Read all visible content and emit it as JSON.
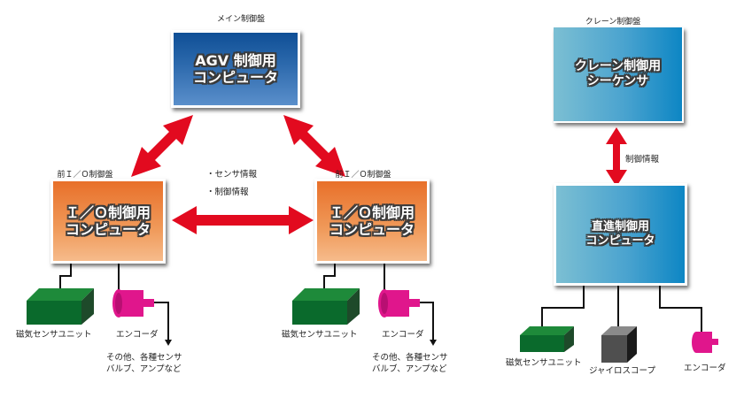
{
  "diagram": {
    "colors": {
      "arrow_red": "#e20a1f",
      "main_box_blue": "#1f5ea3",
      "io_box_orange": "#ee8a45",
      "crane_box_blue": "#3a9dcc",
      "sensor_green": "#0a6a2c",
      "encoder_magenta": "#e0168c",
      "gyro_gray": "#4f4f4f"
    },
    "main_panel": {
      "caption": "メイン制御盤",
      "line1": "AGV 制御用",
      "line2": "コンピュータ"
    },
    "left_io_panel": {
      "caption": "前Ｉ／Ｏ制御盤",
      "line1": "Ｉ／Ｏ制御用",
      "line2": "コンピュータ",
      "sensor_label": "磁気センサユニット",
      "encoder_label": "エンコーダ",
      "others_line1": "その他、各種センサ",
      "others_line2": "バルブ、アンプなど"
    },
    "right_io_panel": {
      "caption": "前Ｉ／Ｏ制御盤",
      "line1": "Ｉ／Ｏ制御用",
      "line2": "コンピュータ",
      "sensor_label": "磁気センサユニット",
      "encoder_label": "エンコーダ",
      "others_line1": "その他、各種センサ",
      "others_line2": "バルブ、アンプなど"
    },
    "link_info": {
      "item1": "・センサ情報",
      "item2": "・制御情報"
    },
    "crane_panel": {
      "caption": "クレーン制御盤",
      "line1": "クレーン制御用",
      "line2": "シーケンサ"
    },
    "crane_link_label": "制御情報",
    "straight_panel": {
      "line1": "直進制御用",
      "line2": "コンピュータ",
      "sensor_label": "磁気センサユニット",
      "gyro_label": "ジャイロスコープ",
      "encoder_label": "エンコーダ"
    }
  }
}
